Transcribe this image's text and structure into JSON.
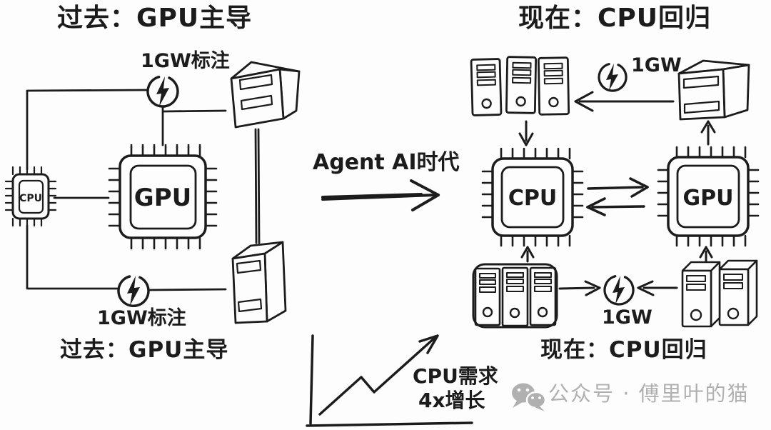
{
  "colors": {
    "ink": "#1c1c1c",
    "background": "#fdfdfd",
    "watermark": "#b0b0b0"
  },
  "left": {
    "title": "过去：GPU主导",
    "power_top": "1GW标注",
    "power_bottom": "1GW标注",
    "cpu_label": "CPU",
    "gpu_label": "GPU",
    "caption": "过去：GPU主导"
  },
  "center": {
    "era_label": "Agent AI时代"
  },
  "right": {
    "title": "现在：CPU回归",
    "power_top": "1GW",
    "power_bottom": "1GW",
    "cpu_label": "CPU",
    "gpu_label": "GPU",
    "caption": "现在：CPU回归"
  },
  "growth": {
    "line1": "CPU需求",
    "line2": "4x增长"
  },
  "watermark": {
    "text": "公众号 · 傅里叶的猫"
  }
}
